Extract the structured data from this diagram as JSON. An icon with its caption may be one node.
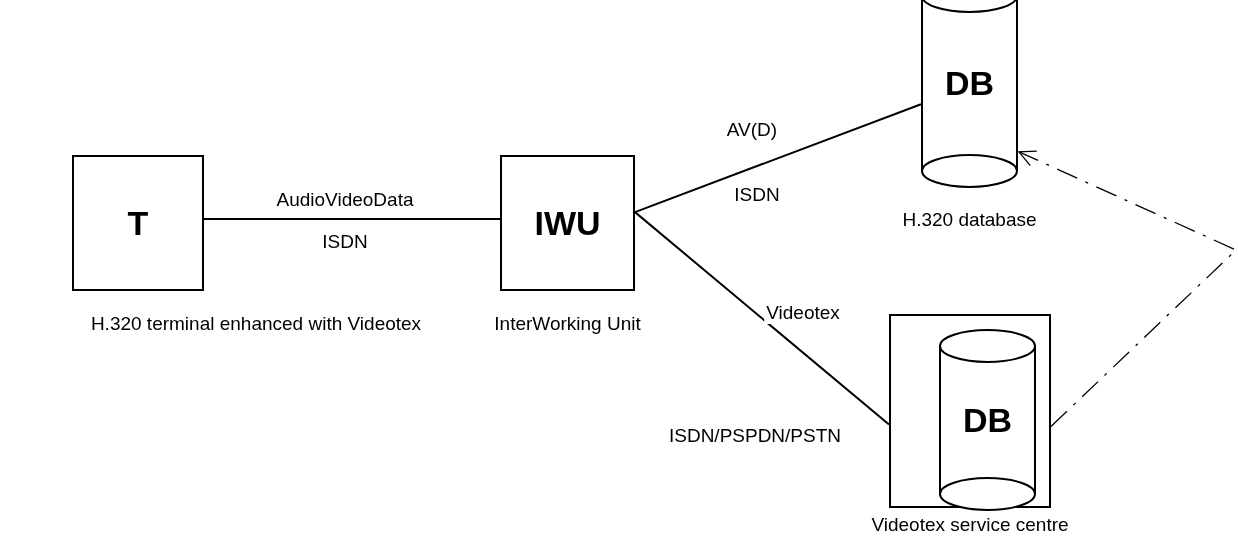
{
  "diagram": {
    "nodes": [
      {
        "text": [
          "T"
        ],
        "beside": [
          "H.320 terminal enhanced with Videotex"
        ]
      },
      {
        "text": [
          "IWU"
        ],
        "beside": [
          "InterWorking Unit"
        ]
      },
      {
        "text": [
          "DB"
        ],
        "beside": [
          "H.320 database"
        ]
      },
      {
        "text": [],
        "shape": "box",
        "beside": [
          "Videotex service centre"
        ]
      },
      {
        "text": [
          "DB"
        ],
        "in": 3
      }
    ],
    "edges": [
      {
        "from": 0,
        "to": 1,
        "arrow": "none",
        "label": "AudioVideoData"
      },
      {
        "from": 1,
        "to": 2,
        "arrow": "none",
        "label": "AV(D)"
      },
      {
        "from": 1,
        "to": 3,
        "arrow": "none",
        "label": "Videotex"
      },
      {
        "from": 3,
        "to": 2,
        "arrow": "to",
        "style": "dashed"
      }
    ],
    "labels": [
      "ISDN",
      "ISDN",
      "ISDN/PSPDN/PSTN"
    ]
  }
}
